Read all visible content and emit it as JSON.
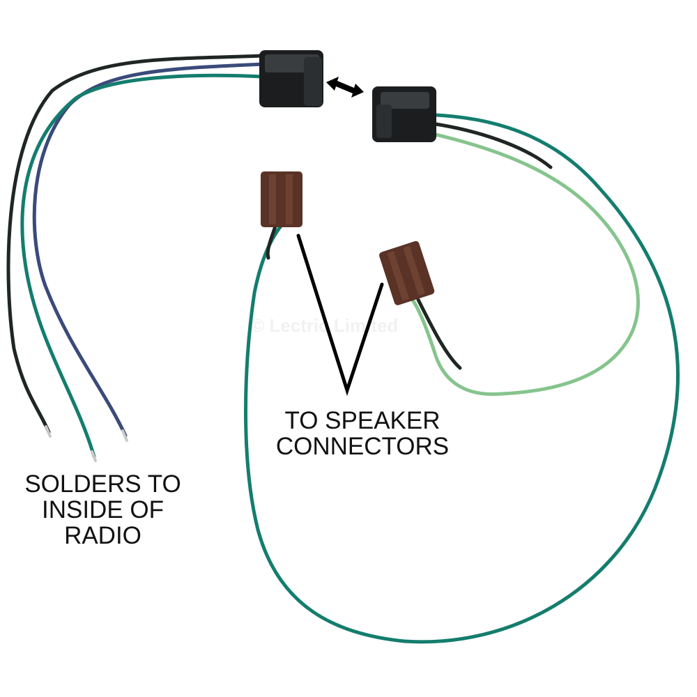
{
  "labels": {
    "solders": [
      "SOLDERS TO",
      "INSIDE OF",
      "RADIO"
    ],
    "speaker": [
      "TO SPEAKER",
      "CONNECTORS"
    ]
  },
  "watermark": "© Lectric Limited",
  "colors": {
    "background": "#ffffff",
    "black_wire": "#1f2624",
    "blue_wire": "#3a4a7a",
    "teal_wire": "#147d6e",
    "light_green_wire": "#86c48e",
    "black_connector": "#1b1d1e",
    "brown_connector": "#5a3226",
    "pointer": "#000000"
  },
  "icons": [
    "double-arrow-icon",
    "pointer-lines-icon"
  ]
}
